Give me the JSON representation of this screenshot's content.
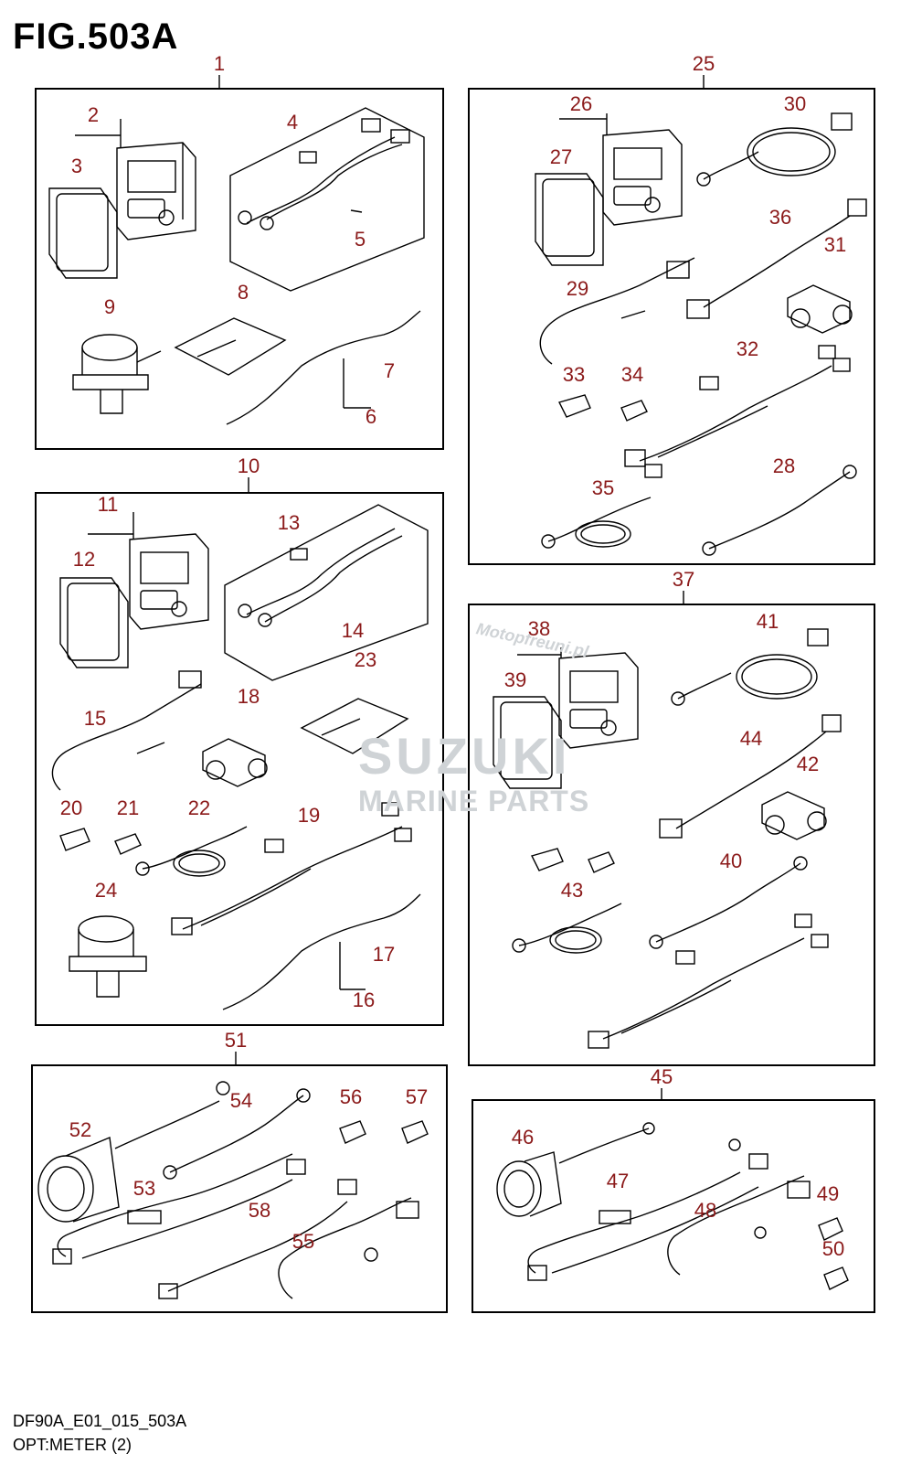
{
  "figure": {
    "title": "FIG.503A",
    "code": "DF90A_E01_015_503A",
    "caption": "OPT:METER (2)"
  },
  "watermark": {
    "brand": "SUZUKI",
    "subtitle": "MARINE PARTS",
    "url": "Motopfreuni.pl"
  },
  "callouts": [
    "1",
    "2",
    "3",
    "4",
    "5",
    "6",
    "7",
    "8",
    "9",
    "10",
    "11",
    "12",
    "13",
    "14",
    "15",
    "16",
    "17",
    "18",
    "19",
    "20",
    "21",
    "22",
    "23",
    "24",
    "25",
    "26",
    "27",
    "28",
    "29",
    "30",
    "31",
    "32",
    "33",
    "34",
    "35",
    "36",
    "37",
    "38",
    "39",
    "40",
    "41",
    "42",
    "43",
    "44",
    "45",
    "46",
    "47",
    "48",
    "49",
    "50",
    "51",
    "52",
    "53",
    "54",
    "55",
    "56",
    "57",
    "58"
  ],
  "colors": {
    "callout": "#8b1a1a",
    "line": "#000000"
  }
}
